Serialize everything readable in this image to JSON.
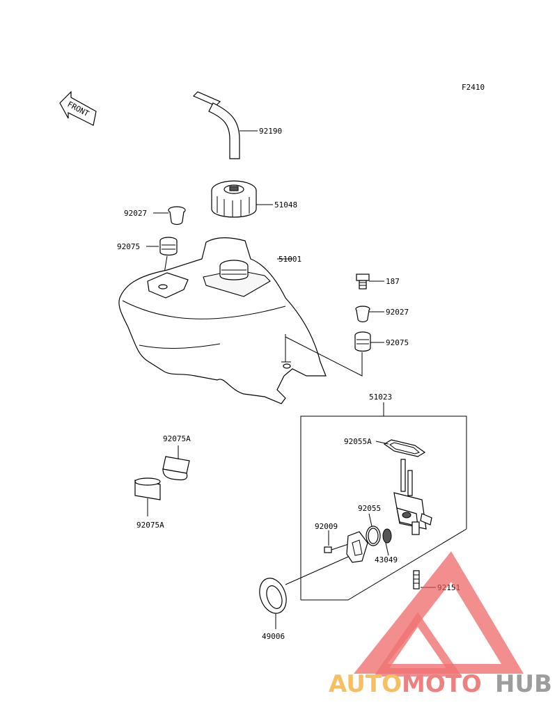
{
  "diagram": {
    "code": "F2410",
    "front_label": "FRONT",
    "parts": [
      {
        "id": "hose",
        "number": "92190"
      },
      {
        "id": "cap",
        "number": "51048"
      },
      {
        "id": "collar-left",
        "number": "92027"
      },
      {
        "id": "damper-left",
        "number": "92075"
      },
      {
        "id": "tank",
        "number": "51001"
      },
      {
        "id": "bolt",
        "number": "187"
      },
      {
        "id": "collar-right",
        "number": "92027"
      },
      {
        "id": "damper-right",
        "number": "92075"
      },
      {
        "id": "fuel-cock-assy",
        "number": "51023"
      },
      {
        "id": "gasket",
        "number": "92055A"
      },
      {
        "id": "damper-a-top",
        "number": "92075A"
      },
      {
        "id": "damper-a-bottom",
        "number": "92075A"
      },
      {
        "id": "o-ring",
        "number": "92055"
      },
      {
        "id": "screw",
        "number": "92009"
      },
      {
        "id": "lever",
        "number": "43049"
      },
      {
        "id": "plate",
        "number": "92151"
      },
      {
        "id": "grommet",
        "number": "49006"
      }
    ]
  },
  "watermark": {
    "text_part1": "AUTO",
    "text_part2": "MOTO",
    "text_part3": "HUB",
    "colors": {
      "part1": "#f6b54a",
      "part2": "#ec6a6a",
      "part3": "#8c8c8c",
      "triangle": "#ec5a5a"
    }
  }
}
